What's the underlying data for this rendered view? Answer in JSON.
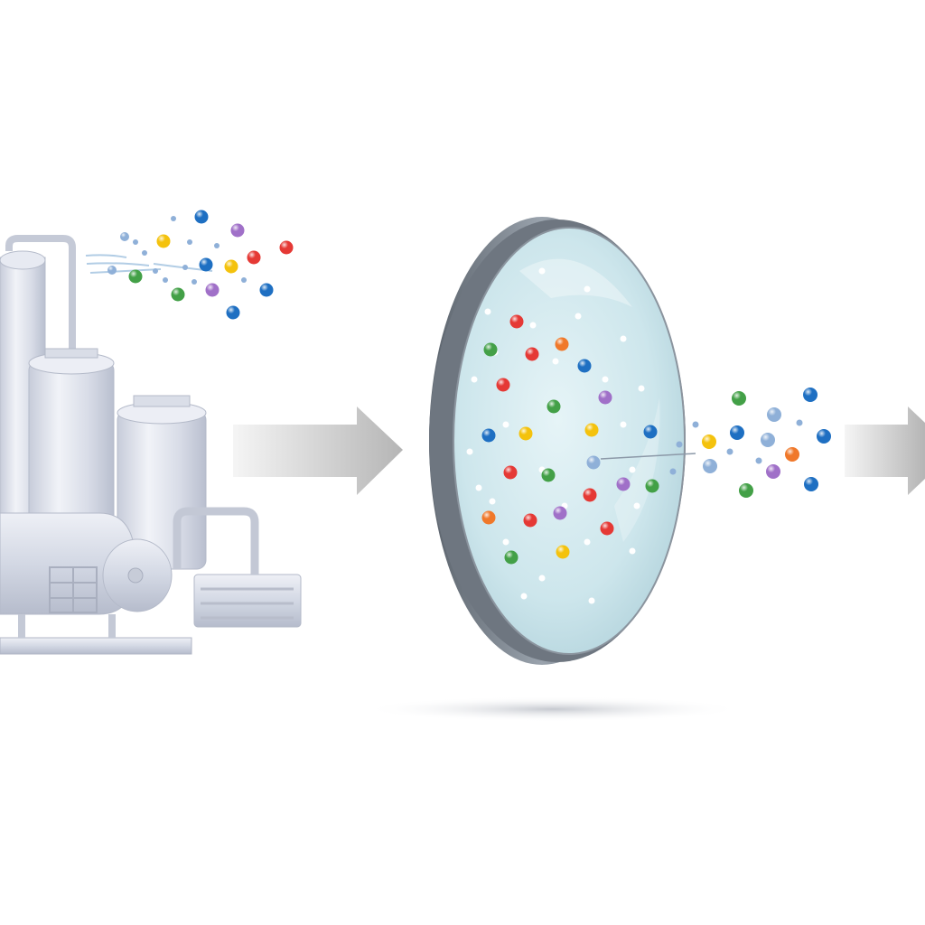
{
  "diagram": {
    "stages": [
      {
        "id": "source",
        "icon": "industrial-plant-icon"
      },
      {
        "id": "filter",
        "icon": "membrane-filter-icon"
      },
      {
        "id": "output",
        "icon": "filtered-particles-icon"
      }
    ],
    "flow_arrows": [
      "source-to-filter",
      "filter-to-output"
    ],
    "particle_colors": {
      "red": "#e53935",
      "blue": "#1e6fc2",
      "yellow": "#f4c20d",
      "green": "#43a047",
      "purple": "#a070c8",
      "orange": "#f0782a",
      "light_blue": "#8fb0d8"
    },
    "palette": {
      "background": "#ffffff",
      "plant_metal": "#d6dae6",
      "arrow": "#c8c8c8",
      "membrane_glass": "#cfe8ee",
      "membrane_rim": "#6e7680"
    }
  }
}
